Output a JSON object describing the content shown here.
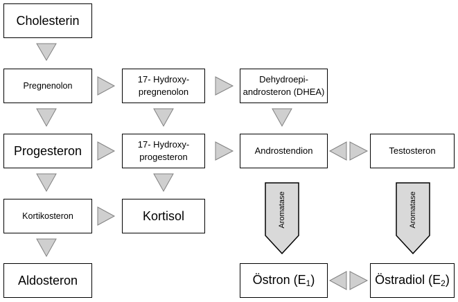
{
  "boxes": {
    "cholesterin": "Cholesterin",
    "pregnenolon": "Pregnenolon",
    "hydroxy_pregnenolon_1": "17- Hydroxy-",
    "hydroxy_pregnenolon_2": "pregnenolon",
    "dhea_1": "Dehydroepi-",
    "dhea_2": "androsteron (DHEA)",
    "progesteron": "Progesteron",
    "hydroxy_progesteron_1": "17- Hydroxy-",
    "hydroxy_progesteron_2": "progesteron",
    "androstendion": "Androstendion",
    "testosteron": "Testosteron",
    "kortikosteron": "Kortikosteron",
    "kortisol": "Kortisol",
    "aldosteron": "Aldosteron",
    "oestron": "Östron (E",
    "oestron_sub": "1",
    "oestron_close": ")",
    "oestradiol": "Östradiol (E",
    "oestradiol_sub": "2",
    "oestradiol_close": ")"
  },
  "enzymes": {
    "aromatase_left": "Aromatase",
    "aromatase_right": "Aromatase"
  },
  "colors": {
    "arrow_fill": "#cfcfcf",
    "arrow_stroke": "#808080",
    "enzyme_fill": "#d9d9d9"
  }
}
